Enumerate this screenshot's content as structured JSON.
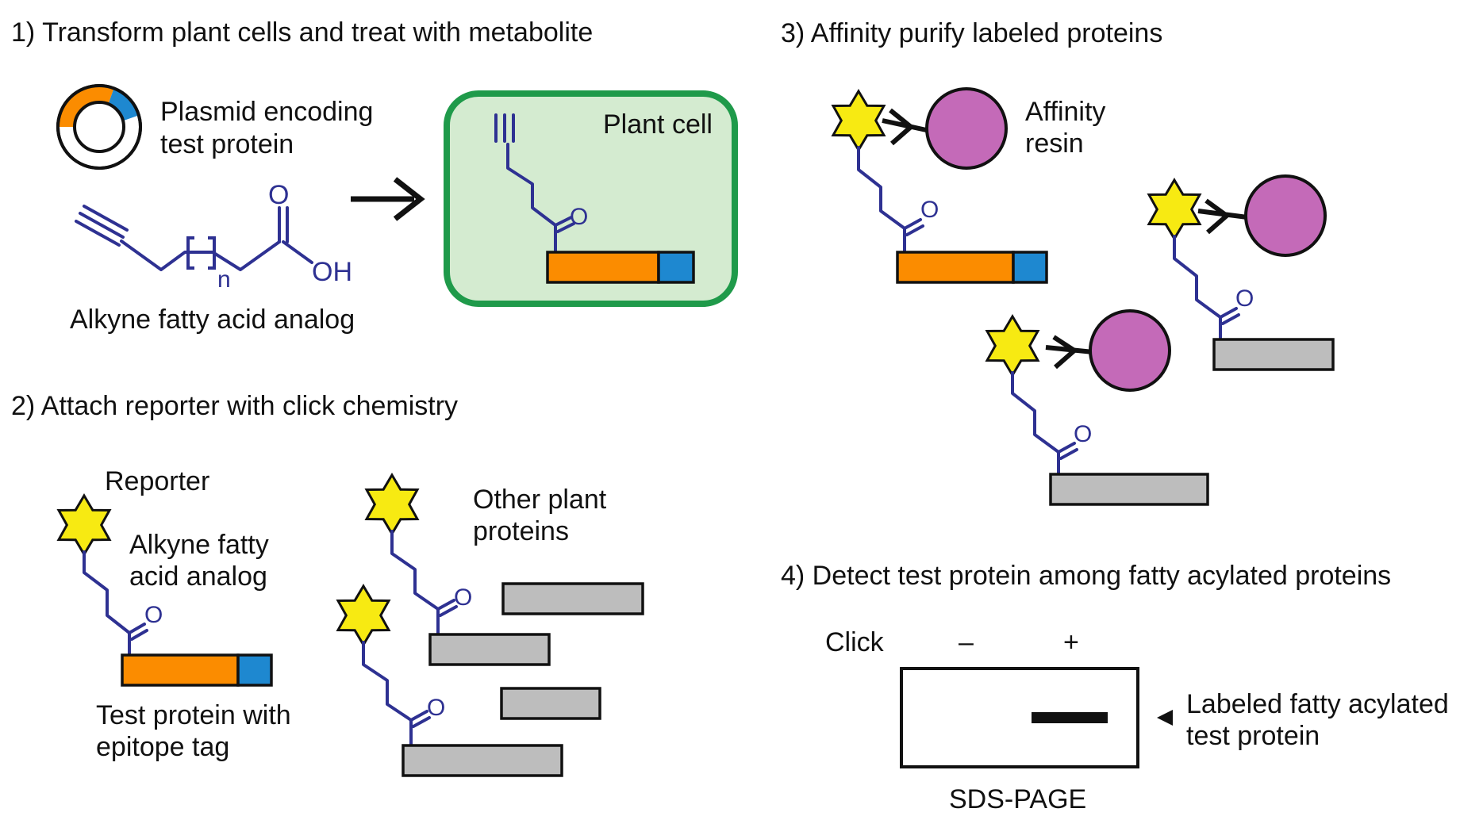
{
  "sections": {
    "step1": {
      "title": "1) Transform plant cells and treat with metabolite"
    },
    "step2": {
      "title": "2) Attach reporter with click chemistry"
    },
    "step3": {
      "title": "3) Affinity purify labeled proteins"
    },
    "step4": {
      "title": "4) Detect test protein among fatty acylated proteins"
    }
  },
  "labels": {
    "plasmid": [
      "Plasmid encoding",
      "test protein"
    ],
    "fatty_acid": "Alkyne fatty acid analog",
    "plant_cell": "Plant cell",
    "reporter": "Reporter",
    "alkyne_analog": [
      "Alkyne fatty",
      "acid analog"
    ],
    "test_protein": [
      "Test protein with",
      "epitope tag"
    ],
    "other_proteins": [
      "Other plant",
      "proteins"
    ],
    "affinity_resin": [
      "Affinity",
      "resin"
    ],
    "click": "Click",
    "lane_minus": "–",
    "lane_plus": "+",
    "band_label": [
      "Labeled fatty acylated",
      "test protein"
    ],
    "gel": "SDS-PAGE"
  },
  "chem": {
    "carbonyl_o": "O",
    "hydroxyl": "OH",
    "repeat_n": "n"
  },
  "colors": {
    "orange": "#fb8c00",
    "blue": "#1e88d0",
    "gray": "#bdbdbd",
    "purple": "#c46ab8",
    "yellow": "#f7ea12",
    "chain": "#2e3192",
    "cell_fill": "#d4ebd0",
    "cell_border": "#1f9a4a"
  }
}
